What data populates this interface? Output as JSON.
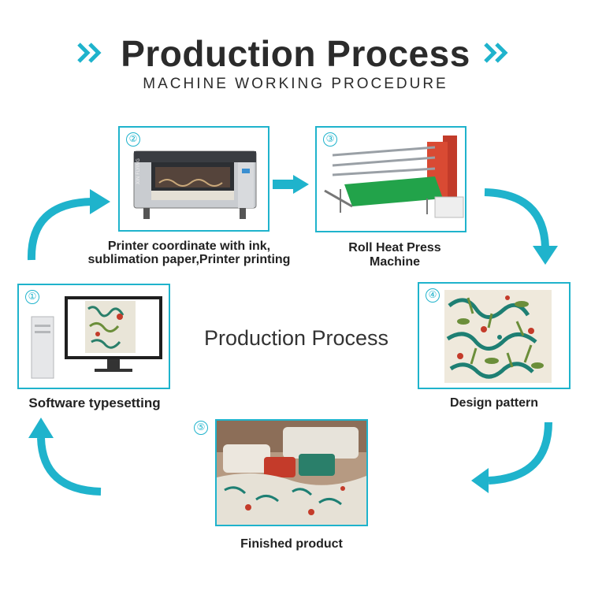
{
  "header": {
    "title": "Production Process",
    "subtitle": "MACHINE WORKING PROCEDURE"
  },
  "center_label": "Production Process",
  "steps": [
    {
      "num": "①",
      "caption": "Software typesetting",
      "icon": "computer-monitor"
    },
    {
      "num": "②",
      "caption": "Printer coordinate with ink, sublimation paper,Printer printing",
      "icon": "printer"
    },
    {
      "num": "③",
      "caption": "Roll Heat Press Machine",
      "icon": "heat-press"
    },
    {
      "num": "④",
      "caption": "Design pattern",
      "icon": "pattern"
    },
    {
      "num": "⑤",
      "caption": "Finished product",
      "icon": "bedding"
    }
  ],
  "colors": {
    "accent": "#1fb3cc",
    "text": "#2b2b2b"
  }
}
